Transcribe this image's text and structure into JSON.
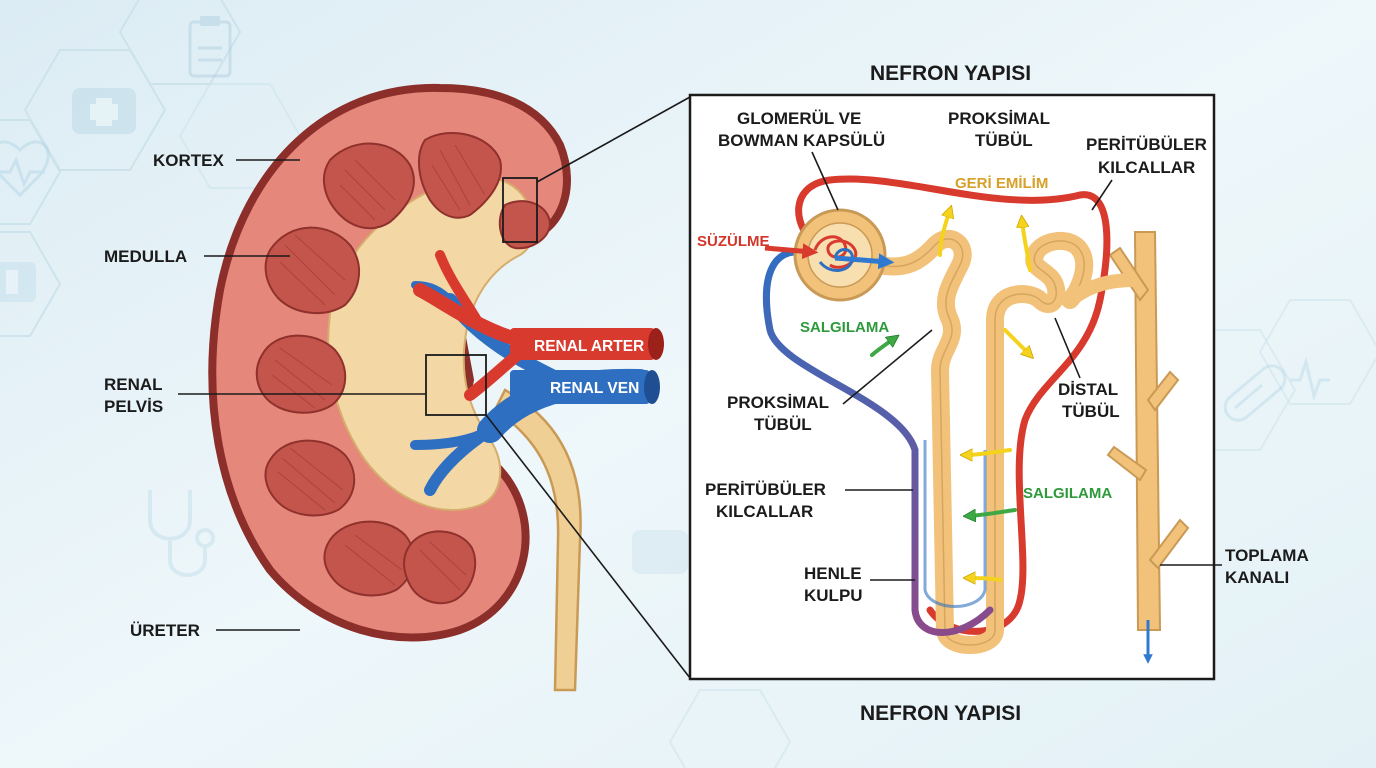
{
  "titles": {
    "top": "NEFRON YAPISI",
    "bottom": "NEFRON YAPISI"
  },
  "kidney": {
    "labels": {
      "kortex": "KORTEX",
      "medulla": "MEDULLA",
      "renal_pelvis_line1": "RENAL",
      "renal_pelvis_line2": "PELVİS",
      "ureter": "ÜRETER"
    },
    "vessels": {
      "artery": "RENAL ARTER",
      "vein": "RENAL VEN"
    }
  },
  "nephron": {
    "labels": {
      "glomerul_line1": "GLOMERÜL VE",
      "glomerul_line2": "BOWMAN KAPSÜLÜ",
      "proximal_top_line1": "PROKSİMAL",
      "proximal_top_line2": "TÜBÜL",
      "peritubular_top_line1": "PERİTÜBÜLER",
      "peritubular_top_line2": "KILCALLAR",
      "reabsorption": "GERİ EMİLİM",
      "filtration": "SÜZÜLME",
      "secretion_upper": "SALGILAMA",
      "proximal_mid_line1": "PROKSİMAL",
      "proximal_mid_line2": "TÜBÜL",
      "distal_line1": "DİSTAL",
      "distal_line2": "TÜBÜL",
      "peritubular_mid_line1": "PERİTÜBÜLER",
      "peritubular_mid_line2": "KILCALLAR",
      "secretion_lower": "SALGILAMA",
      "henle_line1": "HENLE",
      "henle_line2": "KULPU",
      "collecting_line1": "TOPLAMA",
      "collecting_line2": "KANALI"
    }
  },
  "colors": {
    "background": "#eaf5f9",
    "kidney_outer": "#8c2e2a",
    "cortex": "#e48c80",
    "pyramid": "#c4554c",
    "pelvis": "#f3d7a4",
    "artery": "#d93a2e",
    "vein": "#2f6fc2",
    "tubule": "#f2c27a",
    "filtration_text": "#d2362b",
    "reabsorption_text": "#d7a02a",
    "secretion_text": "#2e9a3c",
    "arrow_yellow": "#f5d21c",
    "arrow_green": "#3ea845",
    "arrow_blue": "#2f7ad0"
  },
  "icons": [
    "clipboard-icon",
    "first-aid-kit-icon",
    "heart-pulse-icon",
    "stethoscope-icon",
    "pill-icon"
  ]
}
